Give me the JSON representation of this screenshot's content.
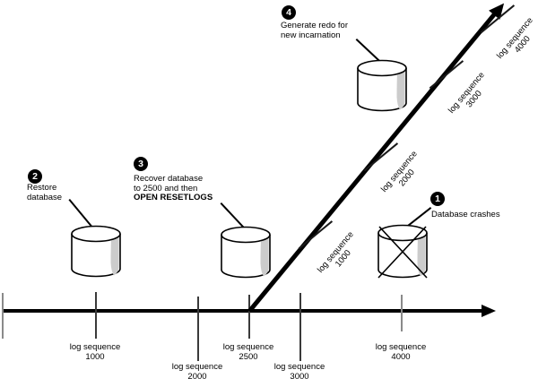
{
  "figure": {
    "description": "Database incarnation timeline diagram",
    "colors": {
      "ink": "#000000",
      "background": "#ffffff",
      "cylinder_shade": "#cccccc",
      "tick_gray": "#8a8a8a"
    }
  },
  "steps": {
    "s1": {
      "num": "1",
      "line1": "Database crashes"
    },
    "s2": {
      "num": "2",
      "line1": "Restore",
      "line2": "database"
    },
    "s3": {
      "num": "3",
      "line1": "Recover database",
      "line2": "to 2500 and then",
      "line3": "OPEN RESETLOGS"
    },
    "s4": {
      "num": "4",
      "line1": "Generate redo for",
      "line2": "new incarnation"
    }
  },
  "timeline_axis": {
    "ticks": [
      {
        "label": "log sequence",
        "value": "1000"
      },
      {
        "label": "log sequence",
        "value": "2000"
      },
      {
        "label": "log sequence",
        "value": "2500"
      },
      {
        "label": "log sequence",
        "value": "3000"
      },
      {
        "label": "log sequence",
        "value": "4000"
      }
    ]
  },
  "branch_axis": {
    "ticks": [
      {
        "label": "log sequence",
        "value": "1000"
      },
      {
        "label": "log sequence",
        "value": "2000"
      },
      {
        "label": "log sequence",
        "value": "3000"
      },
      {
        "label": "log sequence",
        "value": "4000"
      }
    ]
  }
}
